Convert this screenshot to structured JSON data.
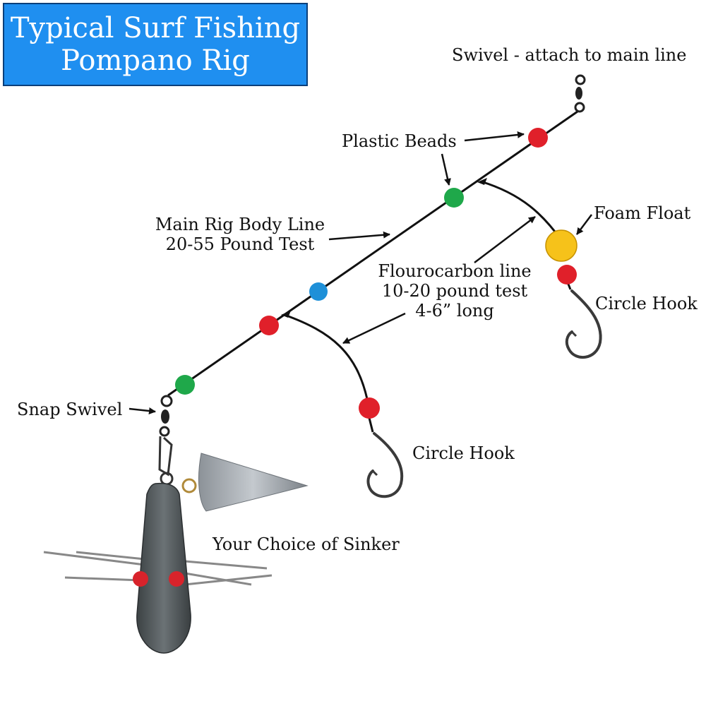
{
  "title": {
    "line1": "Typical Surf Fishing",
    "line2": "Pompano Rig"
  },
  "labels": {
    "swivel": "Swivel - attach to main line",
    "plastic_beads": "Plastic Beads",
    "foam_float": "Foam Float",
    "main_line_1": "Main Rig Body Line",
    "main_line_2": "20-55 Pound Test",
    "fluoro_1": "Flourocarbon line",
    "fluoro_2": "10-20 pound test",
    "fluoro_3": "4-6” long",
    "circle_hook_upper": "Circle Hook",
    "circle_hook_lower": "Circle Hook",
    "snap_swivel": "Snap Swivel",
    "sinker": "Your Choice of Sinker"
  },
  "colors": {
    "title_bg": "#1f8ff0",
    "bead_red": "#e0202a",
    "bead_green": "#1fa84a",
    "bead_blue": "#1e90d8",
    "float_yellow": "#f6c21a",
    "line": "#111111"
  }
}
